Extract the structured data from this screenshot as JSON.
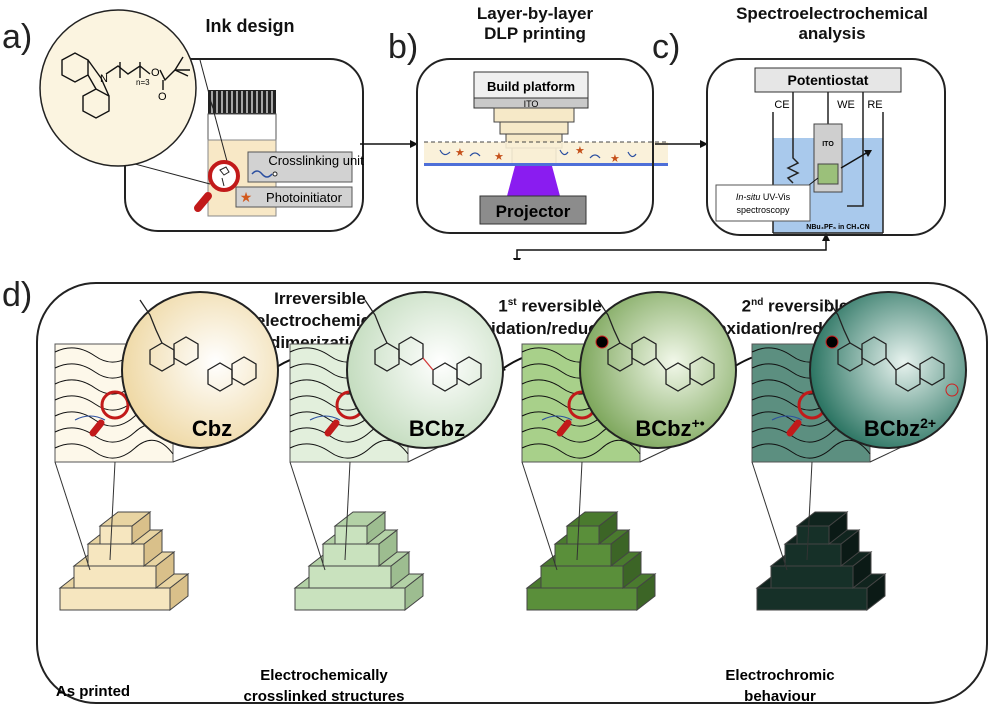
{
  "panels": {
    "a": {
      "letter": "a)",
      "title": "Ink design",
      "monomer_subscript": "n=3",
      "legend": {
        "crosslinking": "Crosslinking unit",
        "photoinitiator": "Photoinitiator"
      }
    },
    "b": {
      "letter": "b)",
      "title_line1": "Layer-by-layer",
      "title_line2": "DLP printing",
      "build_platform": "Build platform",
      "ito": "ITO",
      "projector": "Projector"
    },
    "c": {
      "letter": "c)",
      "title_line1": "Spectroelectrochemical",
      "title_line2": "analysis",
      "potentiostat": "Potentiostat",
      "ce": "CE",
      "we": "WE",
      "re": "RE",
      "ito": "ITO",
      "insitu_italic": "In-situ",
      "insitu_rest": " UV-Vis",
      "insitu_line2": "spectroscopy",
      "electrolyte": "NBu₄PF₆ in CH₃CN"
    },
    "d": {
      "letter": "d)",
      "steps": [
        {
          "line1": "Irreversible",
          "line2": "electrochemical",
          "line3": "dimerization"
        },
        {
          "sup": "st",
          "num": "1",
          "line1_rest": " reversible",
          "line2": "oxidation/reduction"
        },
        {
          "sup": "nd",
          "num": "2",
          "line1_rest": " reversible",
          "line2": "oxidation/reduction"
        }
      ],
      "species": [
        {
          "label": "Cbz",
          "sup": "",
          "color": "#f3e2b8"
        },
        {
          "label": "BCbz",
          "sup": "",
          "color": "#cfe3c9"
        },
        {
          "label": "BCbz",
          "sup": "+•",
          "color": "#8fb56e"
        },
        {
          "label": "BCbz",
          "sup": "2+",
          "color": "#2f7a66"
        }
      ],
      "captions": {
        "as_printed": "As printed",
        "crosslinked_1": "Electrochemically",
        "crosslinked_2": "crosslinked structures",
        "electrochromic_1": "Electrochromic",
        "electrochromic_2": "behaviour"
      }
    }
  }
}
